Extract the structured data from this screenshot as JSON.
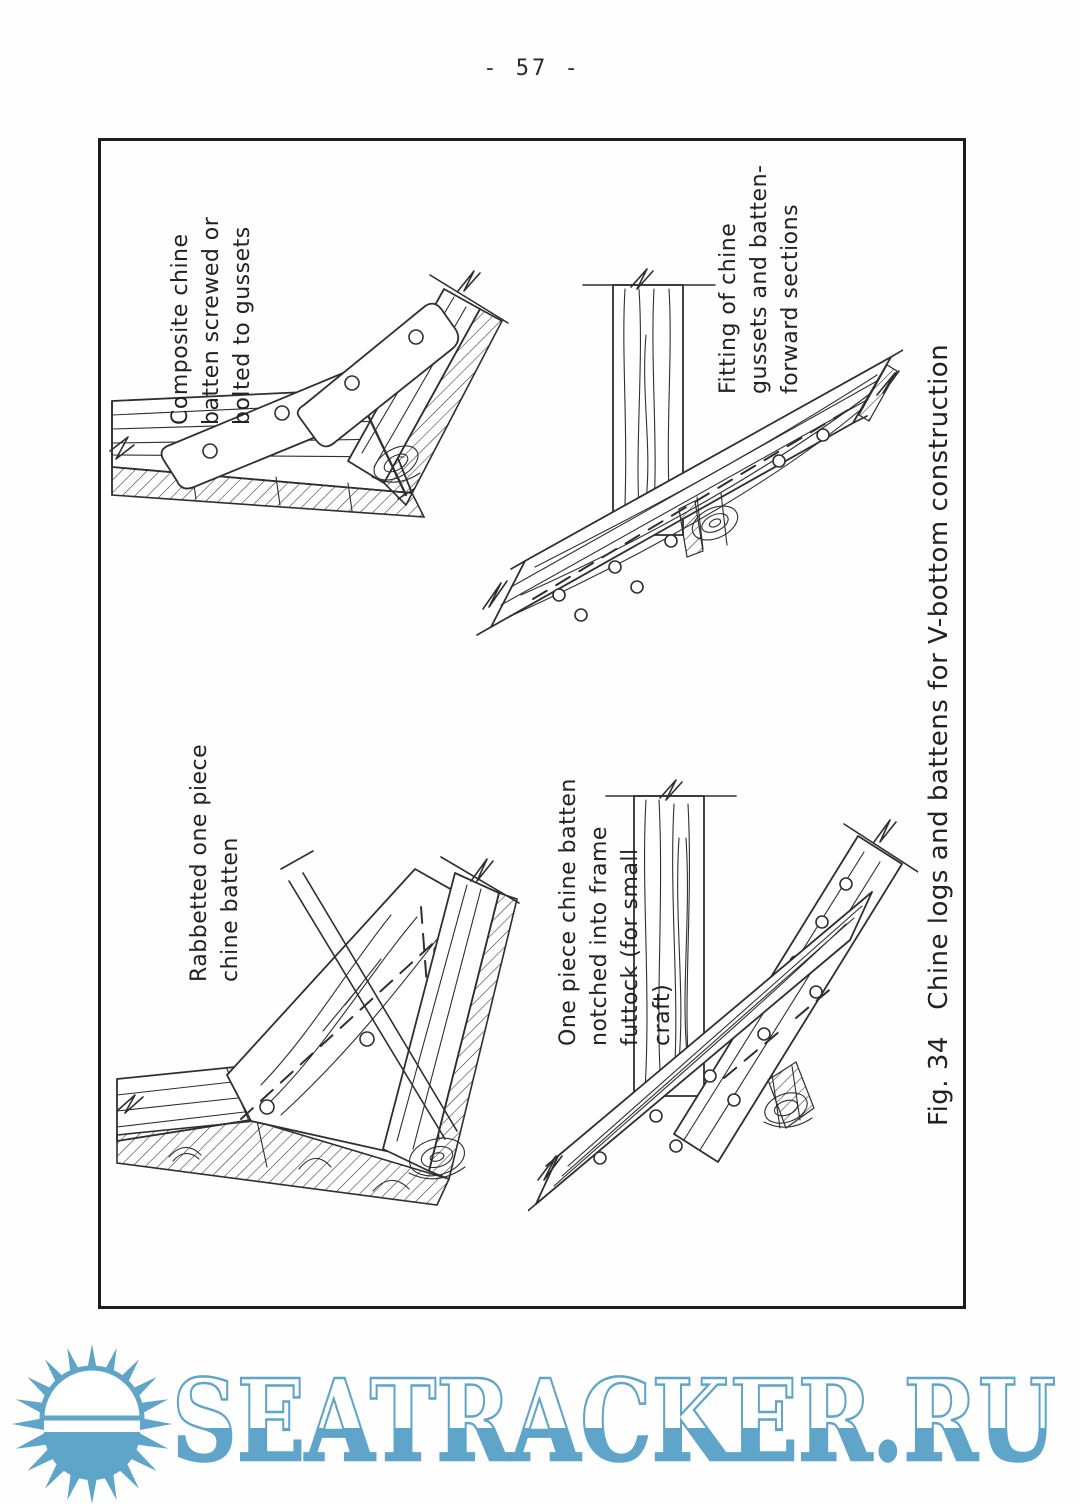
{
  "page": {
    "number_label": "- 57 -",
    "paper_color": "#fefefe",
    "ink_color": "#2f2f2f"
  },
  "figure": {
    "caption": "Fig. 34   Chine logs and battens for V-bottom construction",
    "drawings": [
      {
        "name": "composite-chine-batten",
        "label": "Composite chine\nbatten screwed or\nbolted to gussets"
      },
      {
        "name": "chine-gussets-and-batten-forward-sections",
        "label": "Fitting of chine\ngussets and batten-\nforward sections"
      },
      {
        "name": "rabbetted-one-piece-chine-batten",
        "label": "Rabbetted one piece\nchine batten"
      },
      {
        "name": "one-piece-chine-batten-notched",
        "label": "One piece chine batten\nnotched into frame\nfuttock (for small\ncraft)"
      }
    ]
  },
  "watermark": {
    "text": "SEATRACKER.RU",
    "color": "#5fa5c9"
  }
}
